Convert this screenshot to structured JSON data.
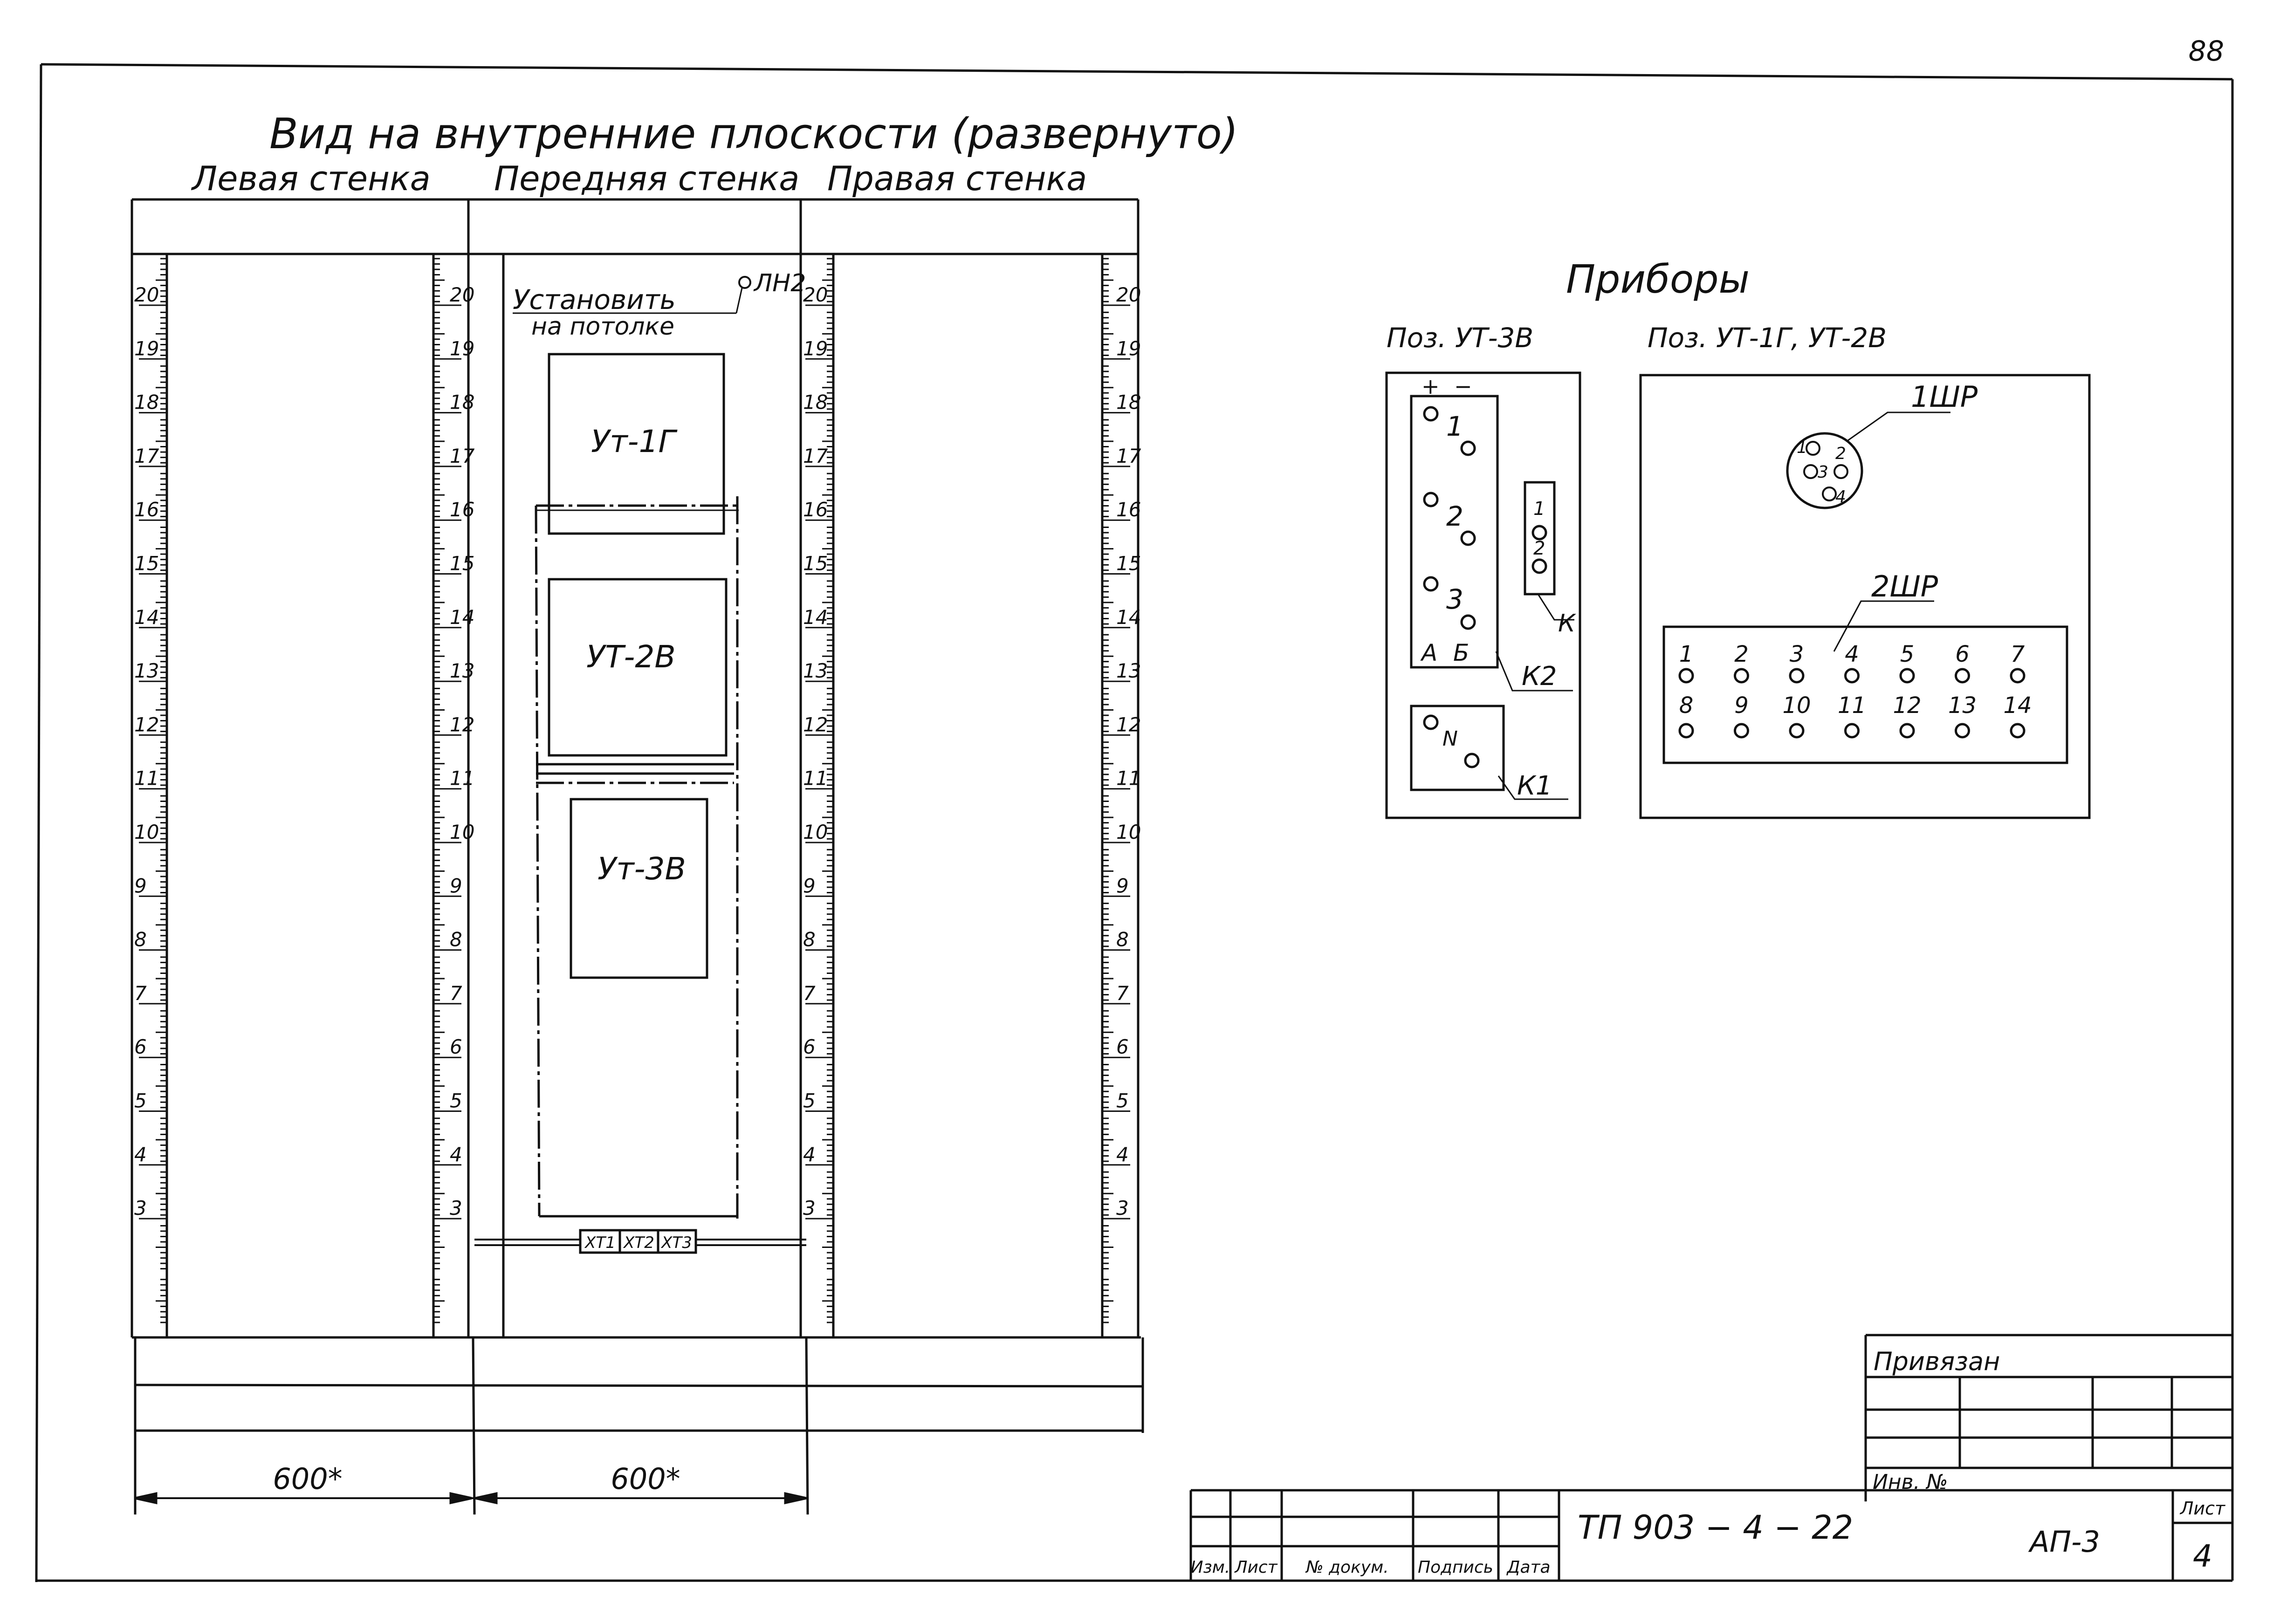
{
  "sheet": {
    "page_number": "88",
    "main_title": "Вид на внутренние плоскости (развернуто)",
    "wall_labels": {
      "left": "Левая стенка",
      "front": "Передняя стенка",
      "right": "Правая стенка"
    },
    "scale_ticks": [
      "20",
      "19",
      "18",
      "17",
      "16",
      "15",
      "14",
      "13",
      "12",
      "11",
      "10",
      "9",
      "8",
      "7",
      "6",
      "5",
      "4",
      "3"
    ],
    "install_note": {
      "line1": "Установить",
      "line2": "на потолке",
      "lamp": "ЛН2"
    },
    "panels": {
      "top": "Ут-1Г",
      "middle": "УТ-2В",
      "bottom": "Ут-3В"
    },
    "terminals": [
      "ХТ1",
      "ХТ2",
      "ХТ3"
    ],
    "dimensions": {
      "left": "600*",
      "front": "600*"
    }
  },
  "devices": {
    "title": "Приборы",
    "left_caption": "Поз. УТ-3В",
    "right_caption": "Поз. УТ-1Г, УТ-2В",
    "ut3": {
      "plus": "+",
      "minus": "−",
      "pins": [
        "1",
        "2",
        "3"
      ],
      "letters": [
        "А",
        "Б"
      ],
      "k_pins": [
        "1",
        "2"
      ],
      "k_label": "К",
      "k2_label": "К2",
      "k1_pin": "N",
      "k1_label": "К1"
    },
    "conn1": {
      "label": "1ШР",
      "pins": [
        "1",
        "2",
        "3",
        "4"
      ]
    },
    "conn2": {
      "label": "2ШР",
      "row1": [
        "1",
        "2",
        "3",
        "4",
        "5",
        "6",
        "7"
      ],
      "row2": [
        "8",
        "9",
        "10",
        "11",
        "12",
        "13",
        "14"
      ]
    }
  },
  "stamp": {
    "privyazan": "Привязан",
    "inv_no": "Инв. №",
    "doc_code": "ТП 903 − 4 − 22",
    "sheet_code": "АП-3",
    "sheet_label": "Лист",
    "sheet_number": "4",
    "cols": [
      "Изм.",
      "Лист",
      "№ докум.",
      "Подпись",
      "Дата"
    ]
  }
}
